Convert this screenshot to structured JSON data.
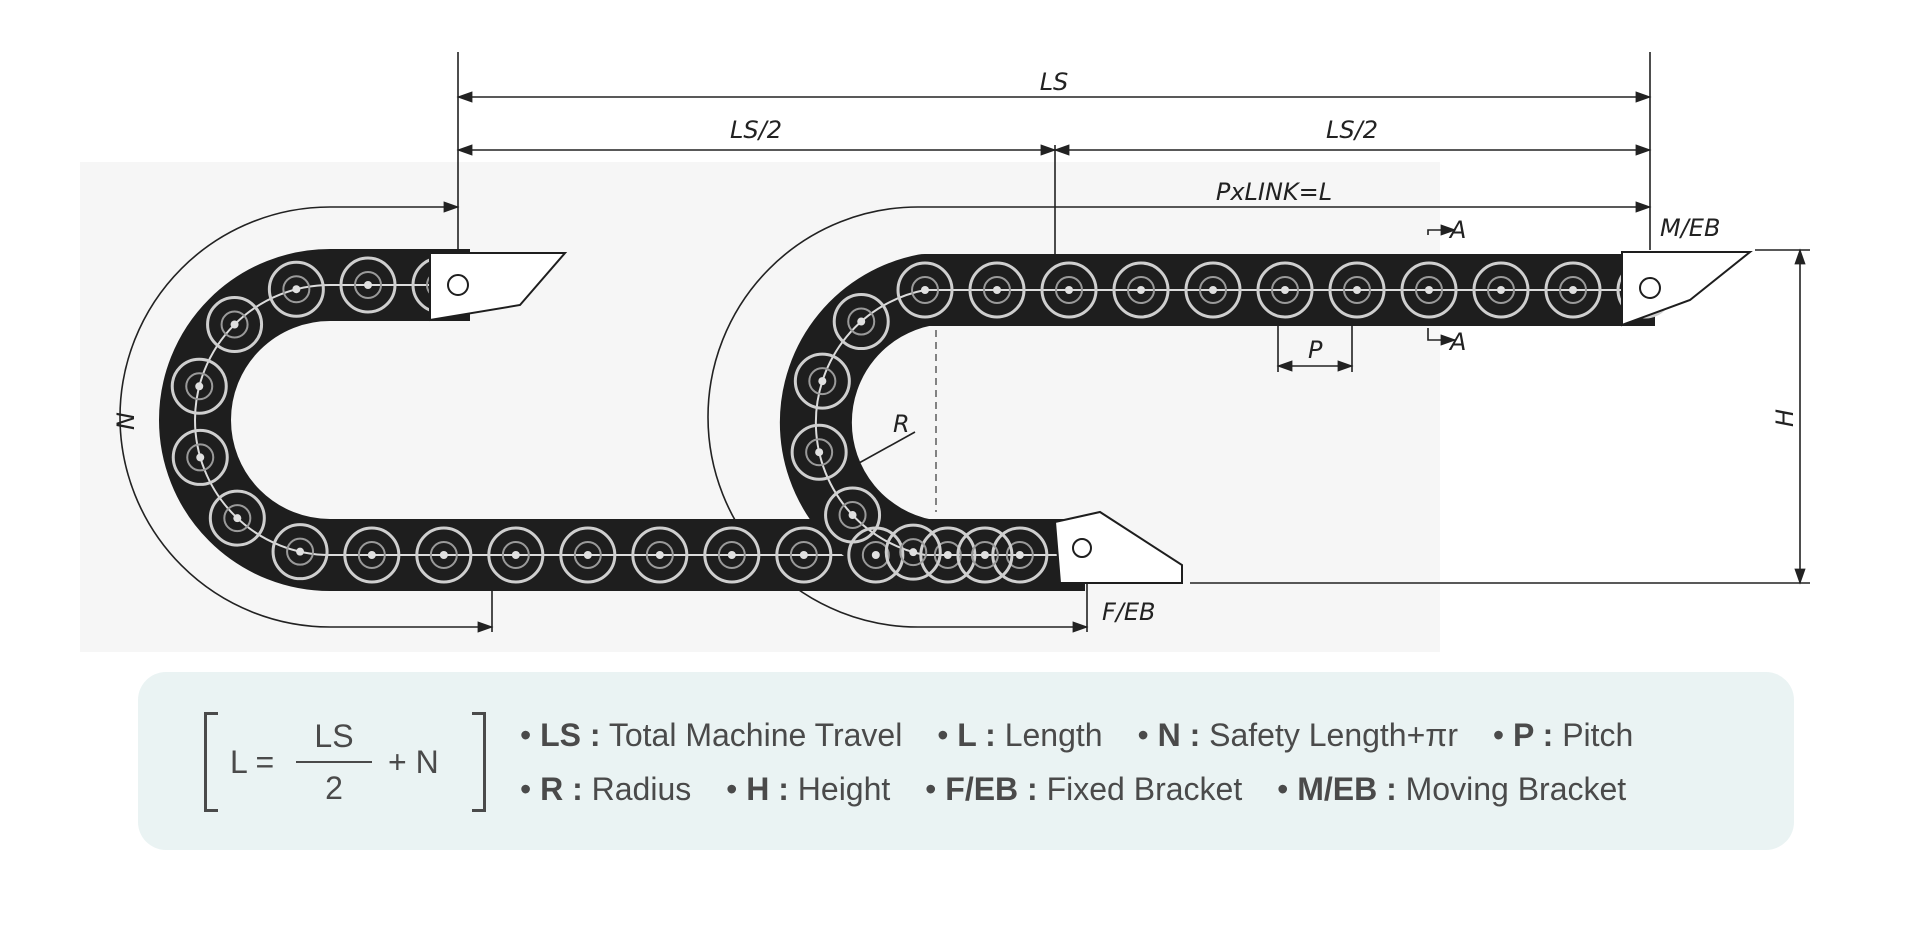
{
  "labels": {
    "ls": "LS",
    "ls_half_left": "LS/2",
    "ls_half_right": "LS/2",
    "pxlink": "PxLINK=L",
    "meb": "M/EB",
    "feb": "F/EB",
    "a_top": "A",
    "a_bottom": "A",
    "p": "P",
    "h": "H",
    "n": "N",
    "r": "R"
  },
  "formula": {
    "lhs": "L =",
    "numerator": "LS",
    "denominator": "2",
    "tail": "+ N"
  },
  "definitions_row1": [
    {
      "key": "LS :",
      "text": "Total Machine Travel"
    },
    {
      "key": "L :",
      "text": "Length"
    },
    {
      "key": "N :",
      "text": "Safety Length+πr"
    },
    {
      "key": "P :",
      "text": "Pitch"
    }
  ],
  "definitions_row2": [
    {
      "key": "R :",
      "text": "Radius"
    },
    {
      "key": "H :",
      "text": "Height"
    },
    {
      "key": "F/EB :",
      "text": "Fixed Bracket"
    },
    {
      "key": "M/EB :",
      "text": "Moving Bracket"
    }
  ],
  "colors": {
    "legend_bg": "#eaf3f3",
    "chain": "#1e1e1e",
    "text": "#4a4a4a"
  },
  "icons": {
    "bullet": "•"
  }
}
